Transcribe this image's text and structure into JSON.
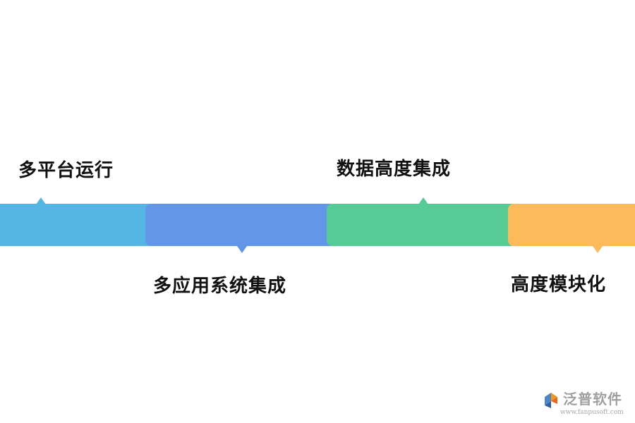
{
  "steps": [
    {
      "label": "多平台运行",
      "color": "#56b6e3",
      "pointer": "up"
    },
    {
      "label": "多应用系统集成",
      "color": "#6296e6",
      "pointer": "down"
    },
    {
      "label": "数据高度集成",
      "color": "#56cb96",
      "pointer": "up"
    },
    {
      "label": "高度模块化",
      "color": "#fdba5a",
      "pointer": "down"
    }
  ],
  "watermark": {
    "brand": "泛普软件",
    "url": "www.fanpusoft.com",
    "icon": "fanpu-logo-icon"
  }
}
